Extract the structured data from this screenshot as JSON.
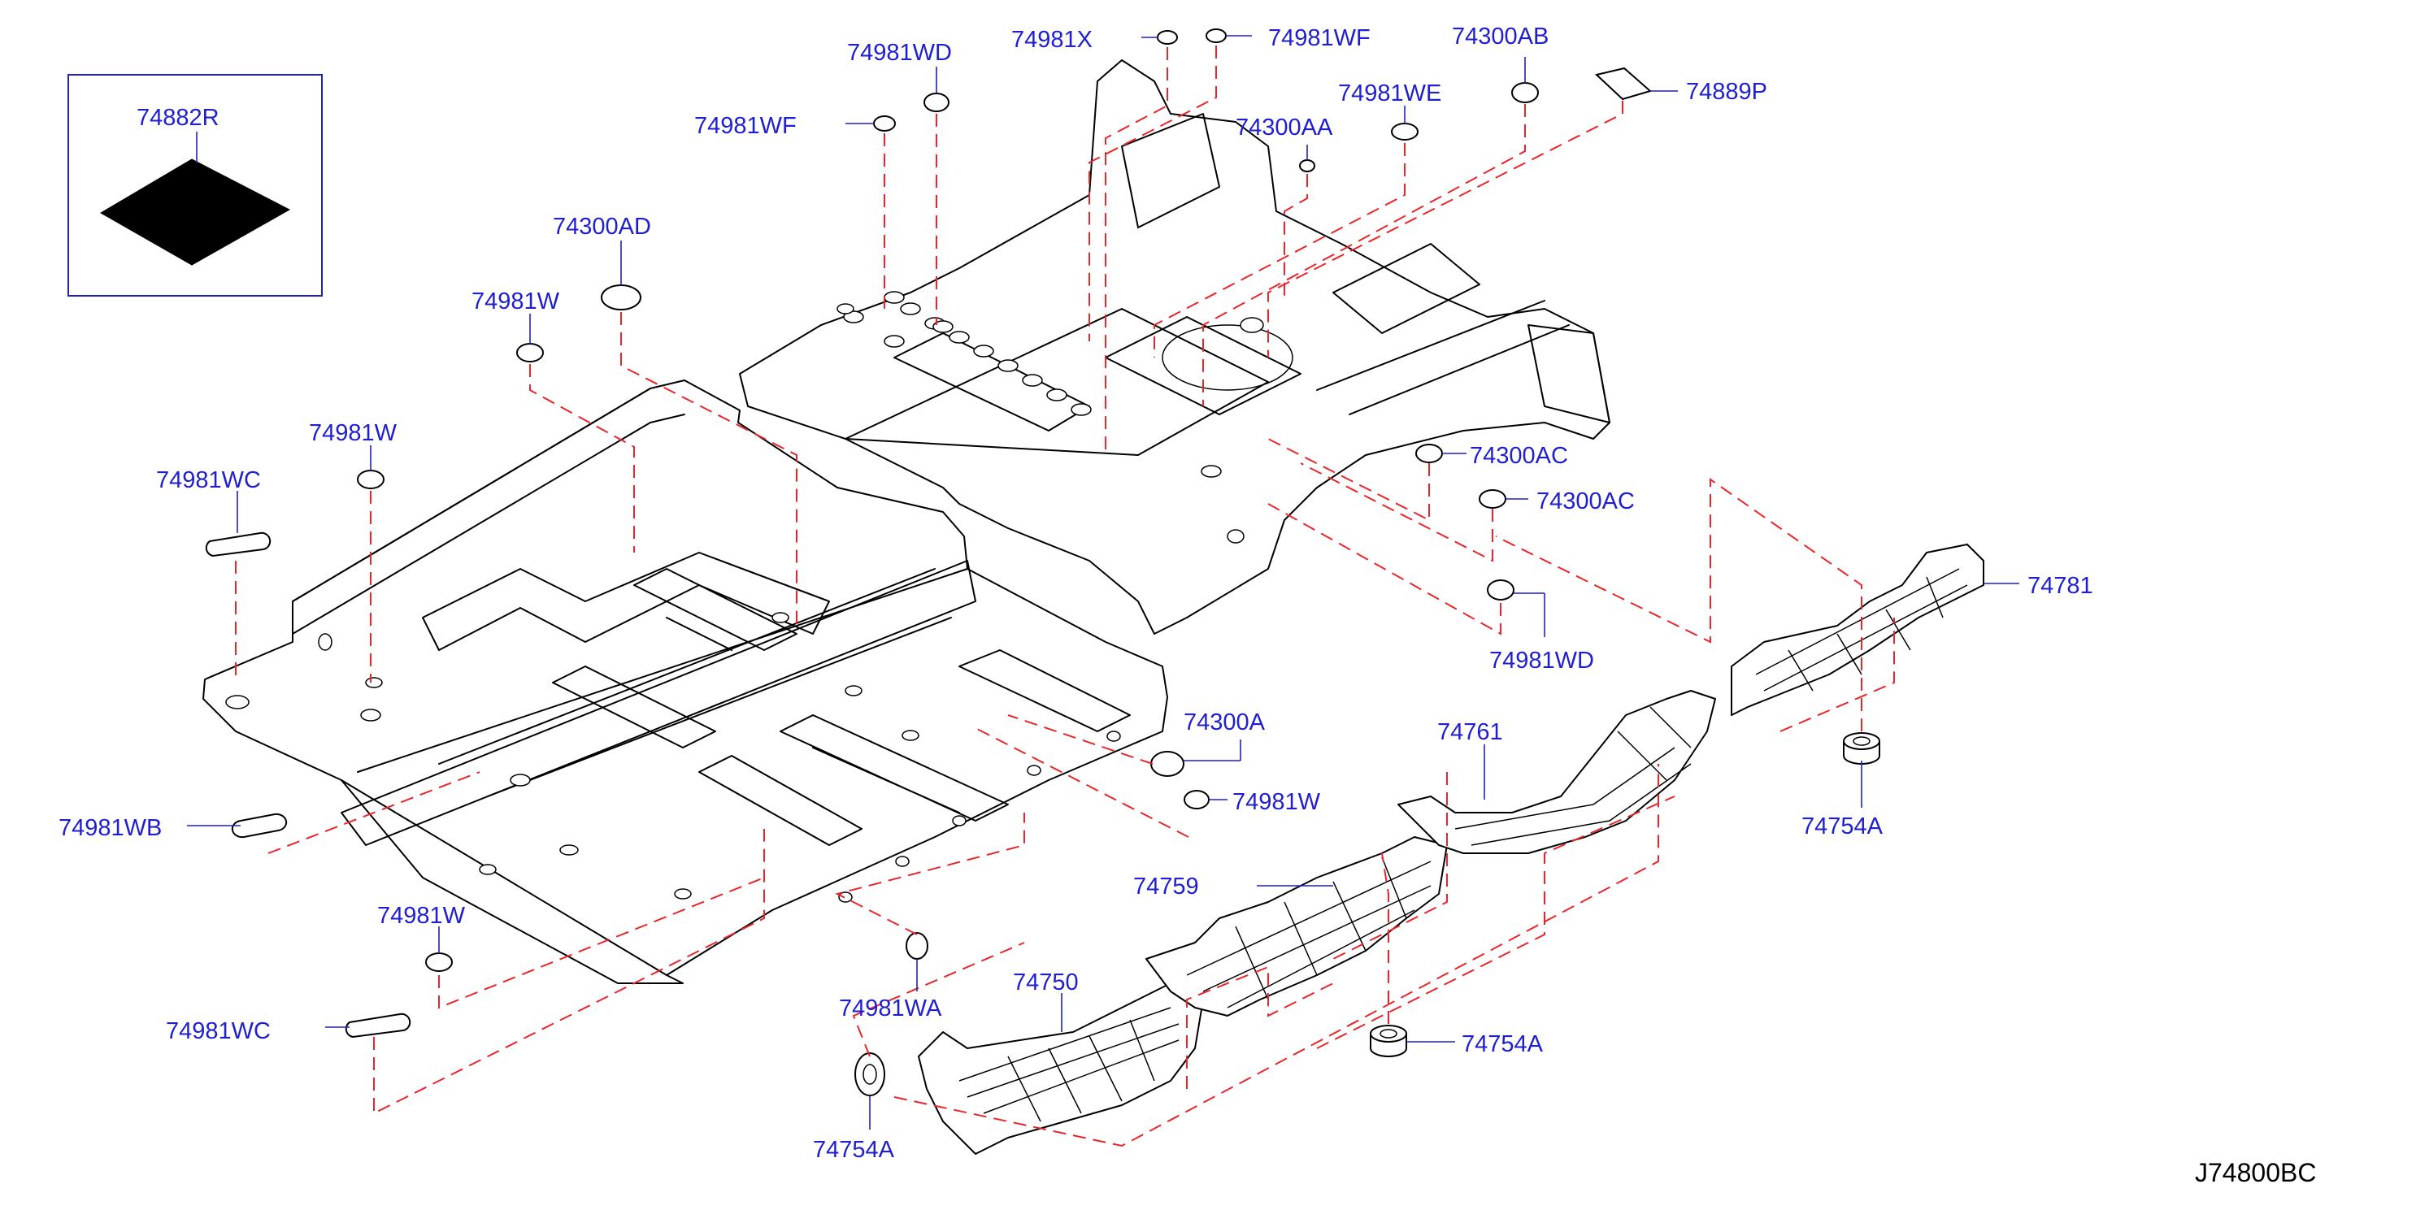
{
  "diagram": {
    "drawing_code": "J74800BC",
    "callouts": [
      {
        "id": "c-74882R",
        "label": "74882R"
      },
      {
        "id": "c-74981WD-top",
        "label": "74981WD"
      },
      {
        "id": "c-74981X",
        "label": "74981X"
      },
      {
        "id": "c-74981WF-top",
        "label": "74981WF"
      },
      {
        "id": "c-74300AB",
        "label": "74300AB"
      },
      {
        "id": "c-74981WF-left",
        "label": "74981WF"
      },
      {
        "id": "c-74981WE",
        "label": "74981WE"
      },
      {
        "id": "c-74889P",
        "label": "74889P"
      },
      {
        "id": "c-74300AA",
        "label": "74300AA"
      },
      {
        "id": "c-74300AD",
        "label": "74300AD"
      },
      {
        "id": "c-74981W-1",
        "label": "74981W"
      },
      {
        "id": "c-74981W-2",
        "label": "74981W"
      },
      {
        "id": "c-74981WC-top",
        "label": "74981WC"
      },
      {
        "id": "c-74300AC-1",
        "label": "74300AC"
      },
      {
        "id": "c-74300AC-2",
        "label": "74300AC"
      },
      {
        "id": "c-74781",
        "label": "74781"
      },
      {
        "id": "c-74981WD-right",
        "label": "74981WD"
      },
      {
        "id": "c-74300A",
        "label": "74300A"
      },
      {
        "id": "c-74761",
        "label": "74761"
      },
      {
        "id": "c-74981W-3",
        "label": "74981W"
      },
      {
        "id": "c-74754A-right",
        "label": "74754A"
      },
      {
        "id": "c-74981WB",
        "label": "74981WB"
      },
      {
        "id": "c-74759",
        "label": "74759"
      },
      {
        "id": "c-74981W-4",
        "label": "74981W"
      },
      {
        "id": "c-74981WA",
        "label": "74981WA"
      },
      {
        "id": "c-74750",
        "label": "74750"
      },
      {
        "id": "c-74754A-mid",
        "label": "74754A"
      },
      {
        "id": "c-74981WC-bottom",
        "label": "74981WC"
      },
      {
        "id": "c-74754A-bottom",
        "label": "74754A"
      }
    ]
  },
  "colors": {
    "callout_text": "#1f1fd0",
    "reference_dash": "#e8262b",
    "linework": "#000000",
    "background": "#ffffff"
  }
}
